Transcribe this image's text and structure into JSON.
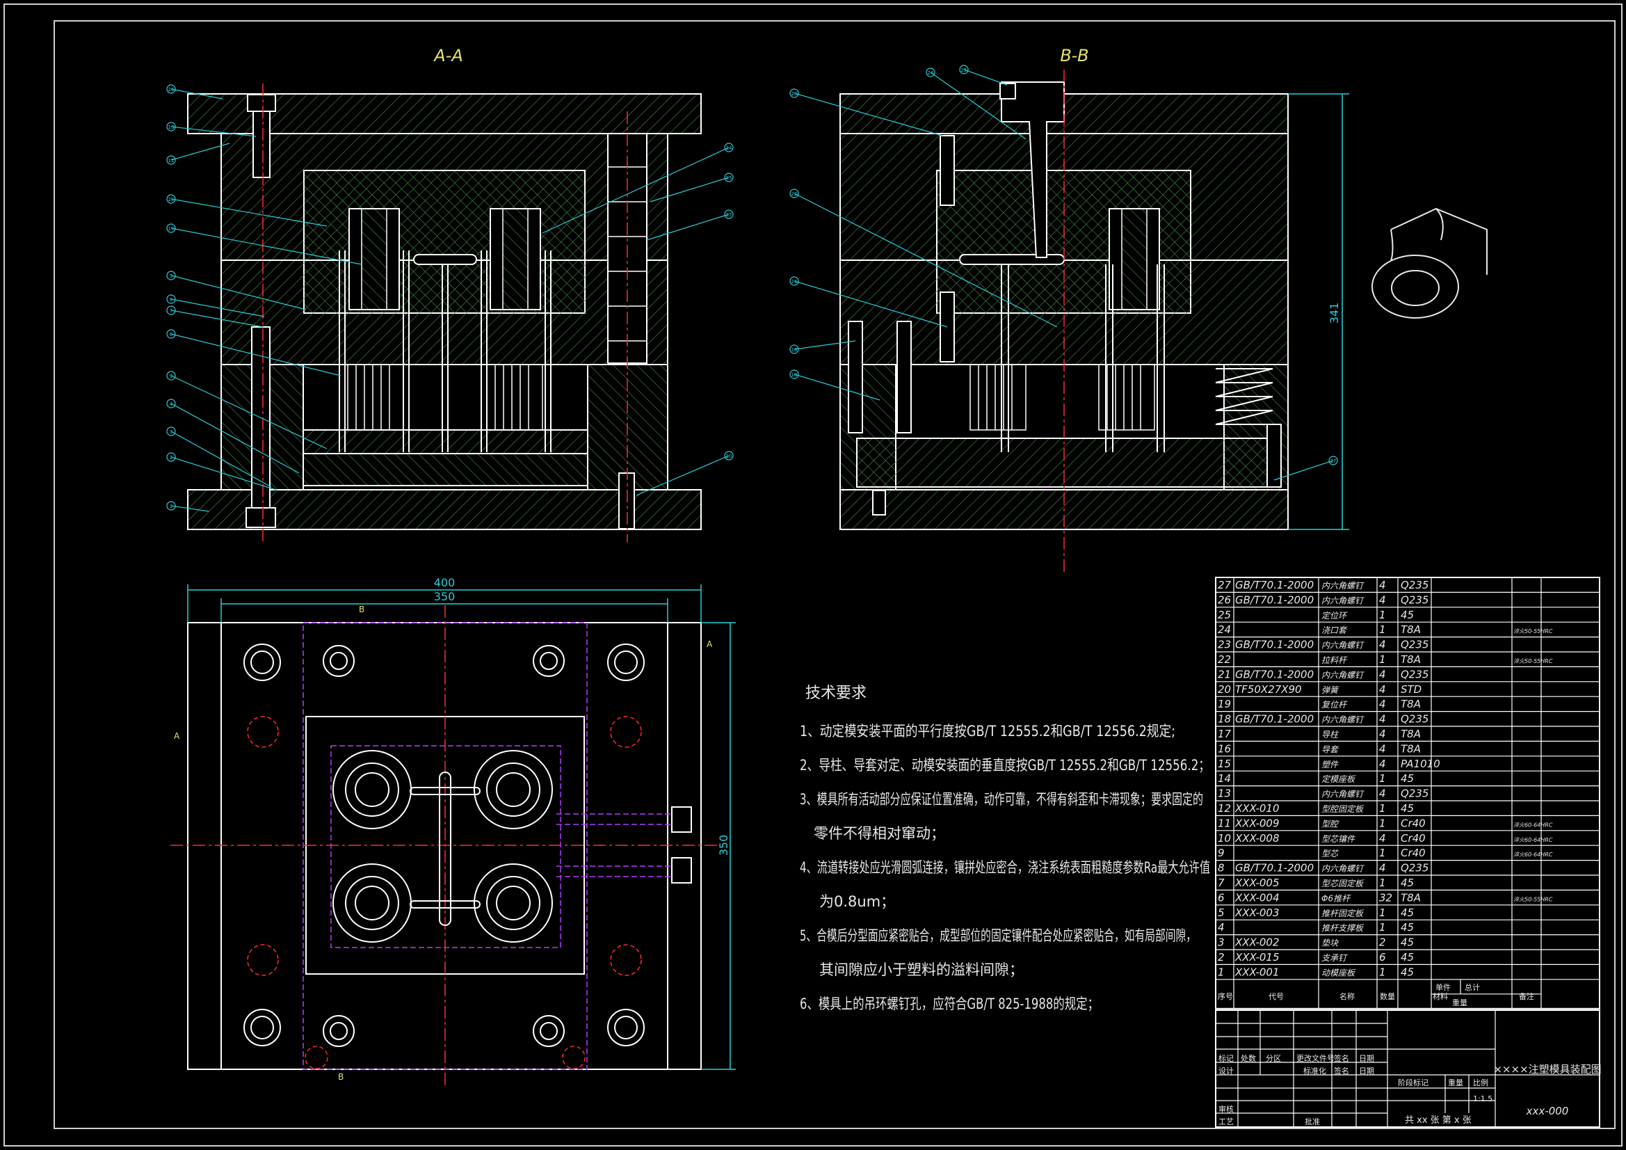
{
  "colors": {
    "background": "#000000",
    "line": "#ffffff",
    "hatch": "#3f7f3f",
    "center_line": "#ff2a2a",
    "dimension": "#29cfd9",
    "title": "#e3e36a",
    "hidden": "#b33cff"
  },
  "views": {
    "section_a": "A-A",
    "section_b": "B-B"
  },
  "balloons_a": [
    "26",
    "13",
    "12",
    "22",
    "19",
    "5",
    "8",
    "7",
    "6",
    "9",
    "4",
    "3",
    "2",
    "1",
    "14",
    "15",
    "17",
    "10"
  ],
  "balloons_b": [
    "24",
    "25",
    "23",
    "22",
    "21",
    "16",
    "18",
    "27"
  ],
  "dimensions": {
    "width_outer": "400",
    "width_inner": "350",
    "height_plan": "350",
    "height_side": "341"
  },
  "plan_markers": {
    "b": "B",
    "a": "A"
  },
  "tech_requirements": {
    "title": "技术要求",
    "items": [
      "1、动定模安装平面的平行度按GB/T 12555.2和GB/T 12556.2规定;",
      "2、导柱、导套对定、动模安装面的垂直度按GB/T 12555.2和GB/T 12556.2；",
      "3、模具所有活动部分应保证位置准确，动作可靠，不得有斜歪和卡滞现象；要求固定的",
      "零件不得相对窜动；",
      "4、流道转接处应光滑圆弧连接，镶拼处应密合，浇注系统表面粗糙度参数Ra最大允许值",
      "为0.8um；",
      "5、合模后分型面应紧密贴合，成型部位的固定镶件配合处应紧密贴合，如有局部间隙，",
      "其间隙应小于塑料的溢料间隙；",
      "6、模具上的吊环螺钉孔，应符合GB/T 825-1988的规定；"
    ]
  },
  "bom": {
    "rows": [
      {
        "no": "27",
        "code": "GB/T70.1-2000",
        "name": "内六角螺钉",
        "qty": "4",
        "material": "Q235",
        "note": ""
      },
      {
        "no": "26",
        "code": "GB/T70.1-2000",
        "name": "内六角螺钉",
        "qty": "4",
        "material": "Q235",
        "note": ""
      },
      {
        "no": "25",
        "code": "",
        "name": "定位环",
        "qty": "1",
        "material": "45",
        "note": ""
      },
      {
        "no": "24",
        "code": "",
        "name": "浇口套",
        "qty": "1",
        "material": "T8A",
        "note": "淬火50-55HRC"
      },
      {
        "no": "23",
        "code": "GB/T70.1-2000",
        "name": "内六角螺钉",
        "qty": "4",
        "material": "Q235",
        "note": ""
      },
      {
        "no": "22",
        "code": "",
        "name": "拉料杆",
        "qty": "1",
        "material": "T8A",
        "note": "淬火50-55HRC"
      },
      {
        "no": "21",
        "code": "GB/T70.1-2000",
        "name": "内六角螺钉",
        "qty": "4",
        "material": "Q235",
        "note": ""
      },
      {
        "no": "20",
        "code": "TF50X27X90",
        "name": "弹簧",
        "qty": "4",
        "material": "STD",
        "note": ""
      },
      {
        "no": "19",
        "code": "",
        "name": "复位杆",
        "qty": "4",
        "material": "T8A",
        "note": ""
      },
      {
        "no": "18",
        "code": "GB/T70.1-2000",
        "name": "内六角螺钉",
        "qty": "4",
        "material": "Q235",
        "note": ""
      },
      {
        "no": "17",
        "code": "",
        "name": "导柱",
        "qty": "4",
        "material": "T8A",
        "note": ""
      },
      {
        "no": "16",
        "code": "",
        "name": "导套",
        "qty": "4",
        "material": "T8A",
        "note": ""
      },
      {
        "no": "15",
        "code": "",
        "name": "塑件",
        "qty": "4",
        "material": "PA1010",
        "note": ""
      },
      {
        "no": "14",
        "code": "",
        "name": "定模座板",
        "qty": "1",
        "material": "45",
        "note": ""
      },
      {
        "no": "13",
        "code": "",
        "name": "内六角螺钉",
        "qty": "4",
        "material": "Q235",
        "note": ""
      },
      {
        "no": "12",
        "code": "XXX-010",
        "name": "型腔固定板",
        "qty": "1",
        "material": "45",
        "note": ""
      },
      {
        "no": "11",
        "code": "XXX-009",
        "name": "型腔",
        "qty": "1",
        "material": "Cr40",
        "note": "淬火60-64HRC"
      },
      {
        "no": "10",
        "code": "XXX-008",
        "name": "型芯镶件",
        "qty": "4",
        "material": "Cr40",
        "note": "淬火60-64HRC"
      },
      {
        "no": "9",
        "code": "",
        "name": "型芯",
        "qty": "1",
        "material": "Cr40",
        "note": "淬火60-64HRC"
      },
      {
        "no": "8",
        "code": "GB/T70.1-2000",
        "name": "内六角螺钉",
        "qty": "4",
        "material": "Q235",
        "note": ""
      },
      {
        "no": "7",
        "code": "XXX-005",
        "name": "型芯固定板",
        "qty": "1",
        "material": "45",
        "note": ""
      },
      {
        "no": "6",
        "code": "XXX-004",
        "name": "Φ6推杆",
        "qty": "32",
        "material": "T8A",
        "note": "淬火50-55HRC"
      },
      {
        "no": "5",
        "code": "XXX-003",
        "name": "推杆固定板",
        "qty": "1",
        "material": "45",
        "note": ""
      },
      {
        "no": "4",
        "code": "",
        "name": "推杆支撑板",
        "qty": "1",
        "material": "45",
        "note": ""
      },
      {
        "no": "3",
        "code": "XXX-002",
        "name": "垫块",
        "qty": "2",
        "material": "45",
        "note": ""
      },
      {
        "no": "2",
        "code": "XXX-015",
        "name": "支承钉",
        "qty": "6",
        "material": "45",
        "note": ""
      },
      {
        "no": "1",
        "code": "XXX-001",
        "name": "动模座板",
        "qty": "1",
        "material": "45",
        "note": ""
      }
    ],
    "header": {
      "no": "序号",
      "code": "代号",
      "name": "名称",
      "qty": "数量",
      "material": "材料",
      "unit": "单件",
      "total": "总计",
      "weight": "重量",
      "remark": "备注"
    }
  },
  "title_block": {
    "mark": "标记",
    "count": "处数",
    "zone": "分区",
    "change_doc": "更改文件号",
    "sign": "签名",
    "date": "日期",
    "design": "设计",
    "standardize": "标准化",
    "stage": "阶段标记",
    "mass": "重量",
    "scale_label": "比例",
    "review": "审核",
    "process": "工艺",
    "approve": "批准",
    "scale": "1:1.5",
    "sheets": "共 xx 张  第 x 张",
    "title": "××××注塑模具装配图",
    "drawing_no": "xxx-000"
  }
}
